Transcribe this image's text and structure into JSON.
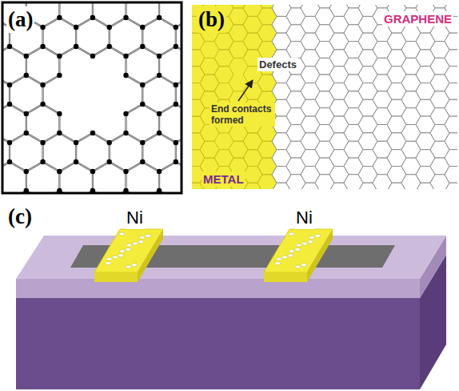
{
  "diagram": {
    "labels": [
      "(a)",
      "(b)",
      "GRAPHENE",
      "Defects",
      "End contacts formed",
      "METAL",
      "(c)",
      "Ni",
      "Ni"
    ]
  }
}
